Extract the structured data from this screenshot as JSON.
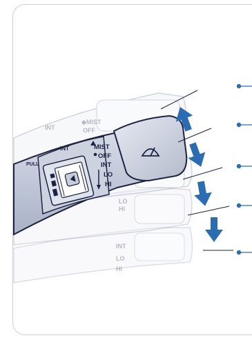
{
  "figure": {
    "lever_labels": {
      "mist": "MIST",
      "off": "OFF",
      "int": "INT",
      "lo": "LO",
      "hi": "HI",
      "pull": "PULL"
    },
    "wiper_icon": "windshield-wiper-icon",
    "arrow_icons": [
      "up-arrow-icon",
      "down-arrow-icon",
      "down-arrow-icon",
      "down-arrow-icon"
    ],
    "callout_count": 5,
    "colors": {
      "arrow": "#2a6db5",
      "callout": "#2a6db5",
      "lever": "#bfc5d6",
      "lever_outline": "#1c2340",
      "frame": "#cfcfcf"
    }
  }
}
